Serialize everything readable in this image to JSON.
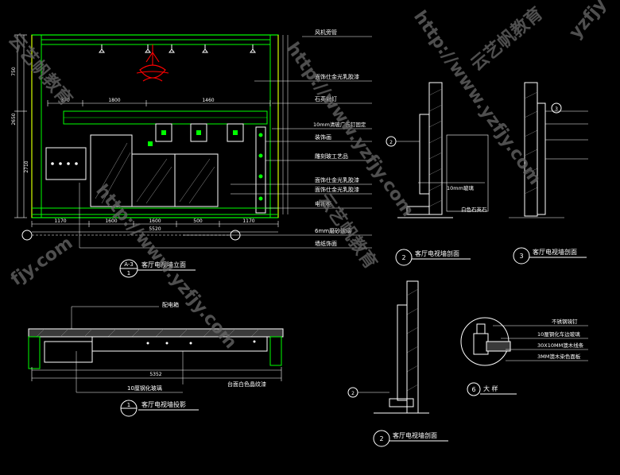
{
  "colors": {
    "background": "#000000",
    "wall": "#00ff00",
    "annotation": "#ffffff",
    "dimension": "#ffffff",
    "leader": "#ff00ff",
    "accent": "#ffff00",
    "lamp": "#ff0000",
    "watermark": "#6a6a6a"
  },
  "main_elevation": {
    "labels": [
      "风机旁管",
      "面饰仕金光乳胶漆",
      "石英射灯",
      "10mm清玻广告钉固定",
      "装饰画",
      "雕刻玻工艺品",
      "面饰仕金光乳胶漆",
      "面饰仕金光乳胶漆",
      "电视柜",
      "6mm磨砂玻璃",
      "墙纸饰面"
    ],
    "dims_top": [
      "370",
      "1800",
      "1460"
    ],
    "dims_bottom": [
      "1170",
      "1600",
      "1600",
      "500",
      "1170"
    ],
    "dim_total": "5520",
    "dims_left": [
      "750",
      "2650",
      "2710"
    ],
    "title": "客厅电视墙立面",
    "tag_id": "A-3",
    "tag_sheet": "1"
  },
  "section_2_top": {
    "title": "客厅电视墙剖面",
    "tag_id": "2",
    "callout": "10mm玻璃",
    "label": "白色石英石",
    "section_mark": "2"
  },
  "section_3": {
    "title": "客厅电视墙剖面",
    "tag_id": "3",
    "section_mark": "3"
  },
  "plan": {
    "label_top": "配电箱",
    "label_bottom1": "10厘钢化玻璃",
    "label_bottom2": "台面白色晶纹漆",
    "dim_total": "5352",
    "title": "客厅电视墙投影",
    "tag_id": "1"
  },
  "section_2_bottom": {
    "title": "客厅电视墙剖面",
    "tag_id": "2",
    "section_mark": "2"
  },
  "detail_6": {
    "title": "大 样",
    "tag_id": "6",
    "labels": [
      "不锈钢镜钉",
      "10厘钢化车边玻璃",
      "30X10MM澳木线条",
      "3MM澳木染色面板"
    ]
  },
  "watermarks": [
    "http://www.yzfjy.com",
    "云艺帆教育",
    "http://www.yzfjy.com",
    "云艺帆教育",
    "http://www.yzfjy.com",
    "云艺帆教育",
    "fjy.com",
    "yzfjy"
  ]
}
